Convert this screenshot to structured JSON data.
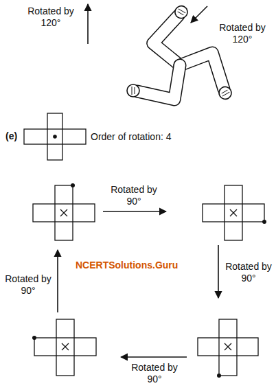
{
  "diagram": {
    "labels": [
      "Rotated by 120°",
      "Rotated by 120°",
      "(e)",
      "Order of rotation: 4",
      "Rotated by 90°",
      "Rotated by 90°",
      "Rotated by 90°",
      "Rotated by 90°",
      "NCERTSolutions.Guru"
    ]
  }
}
